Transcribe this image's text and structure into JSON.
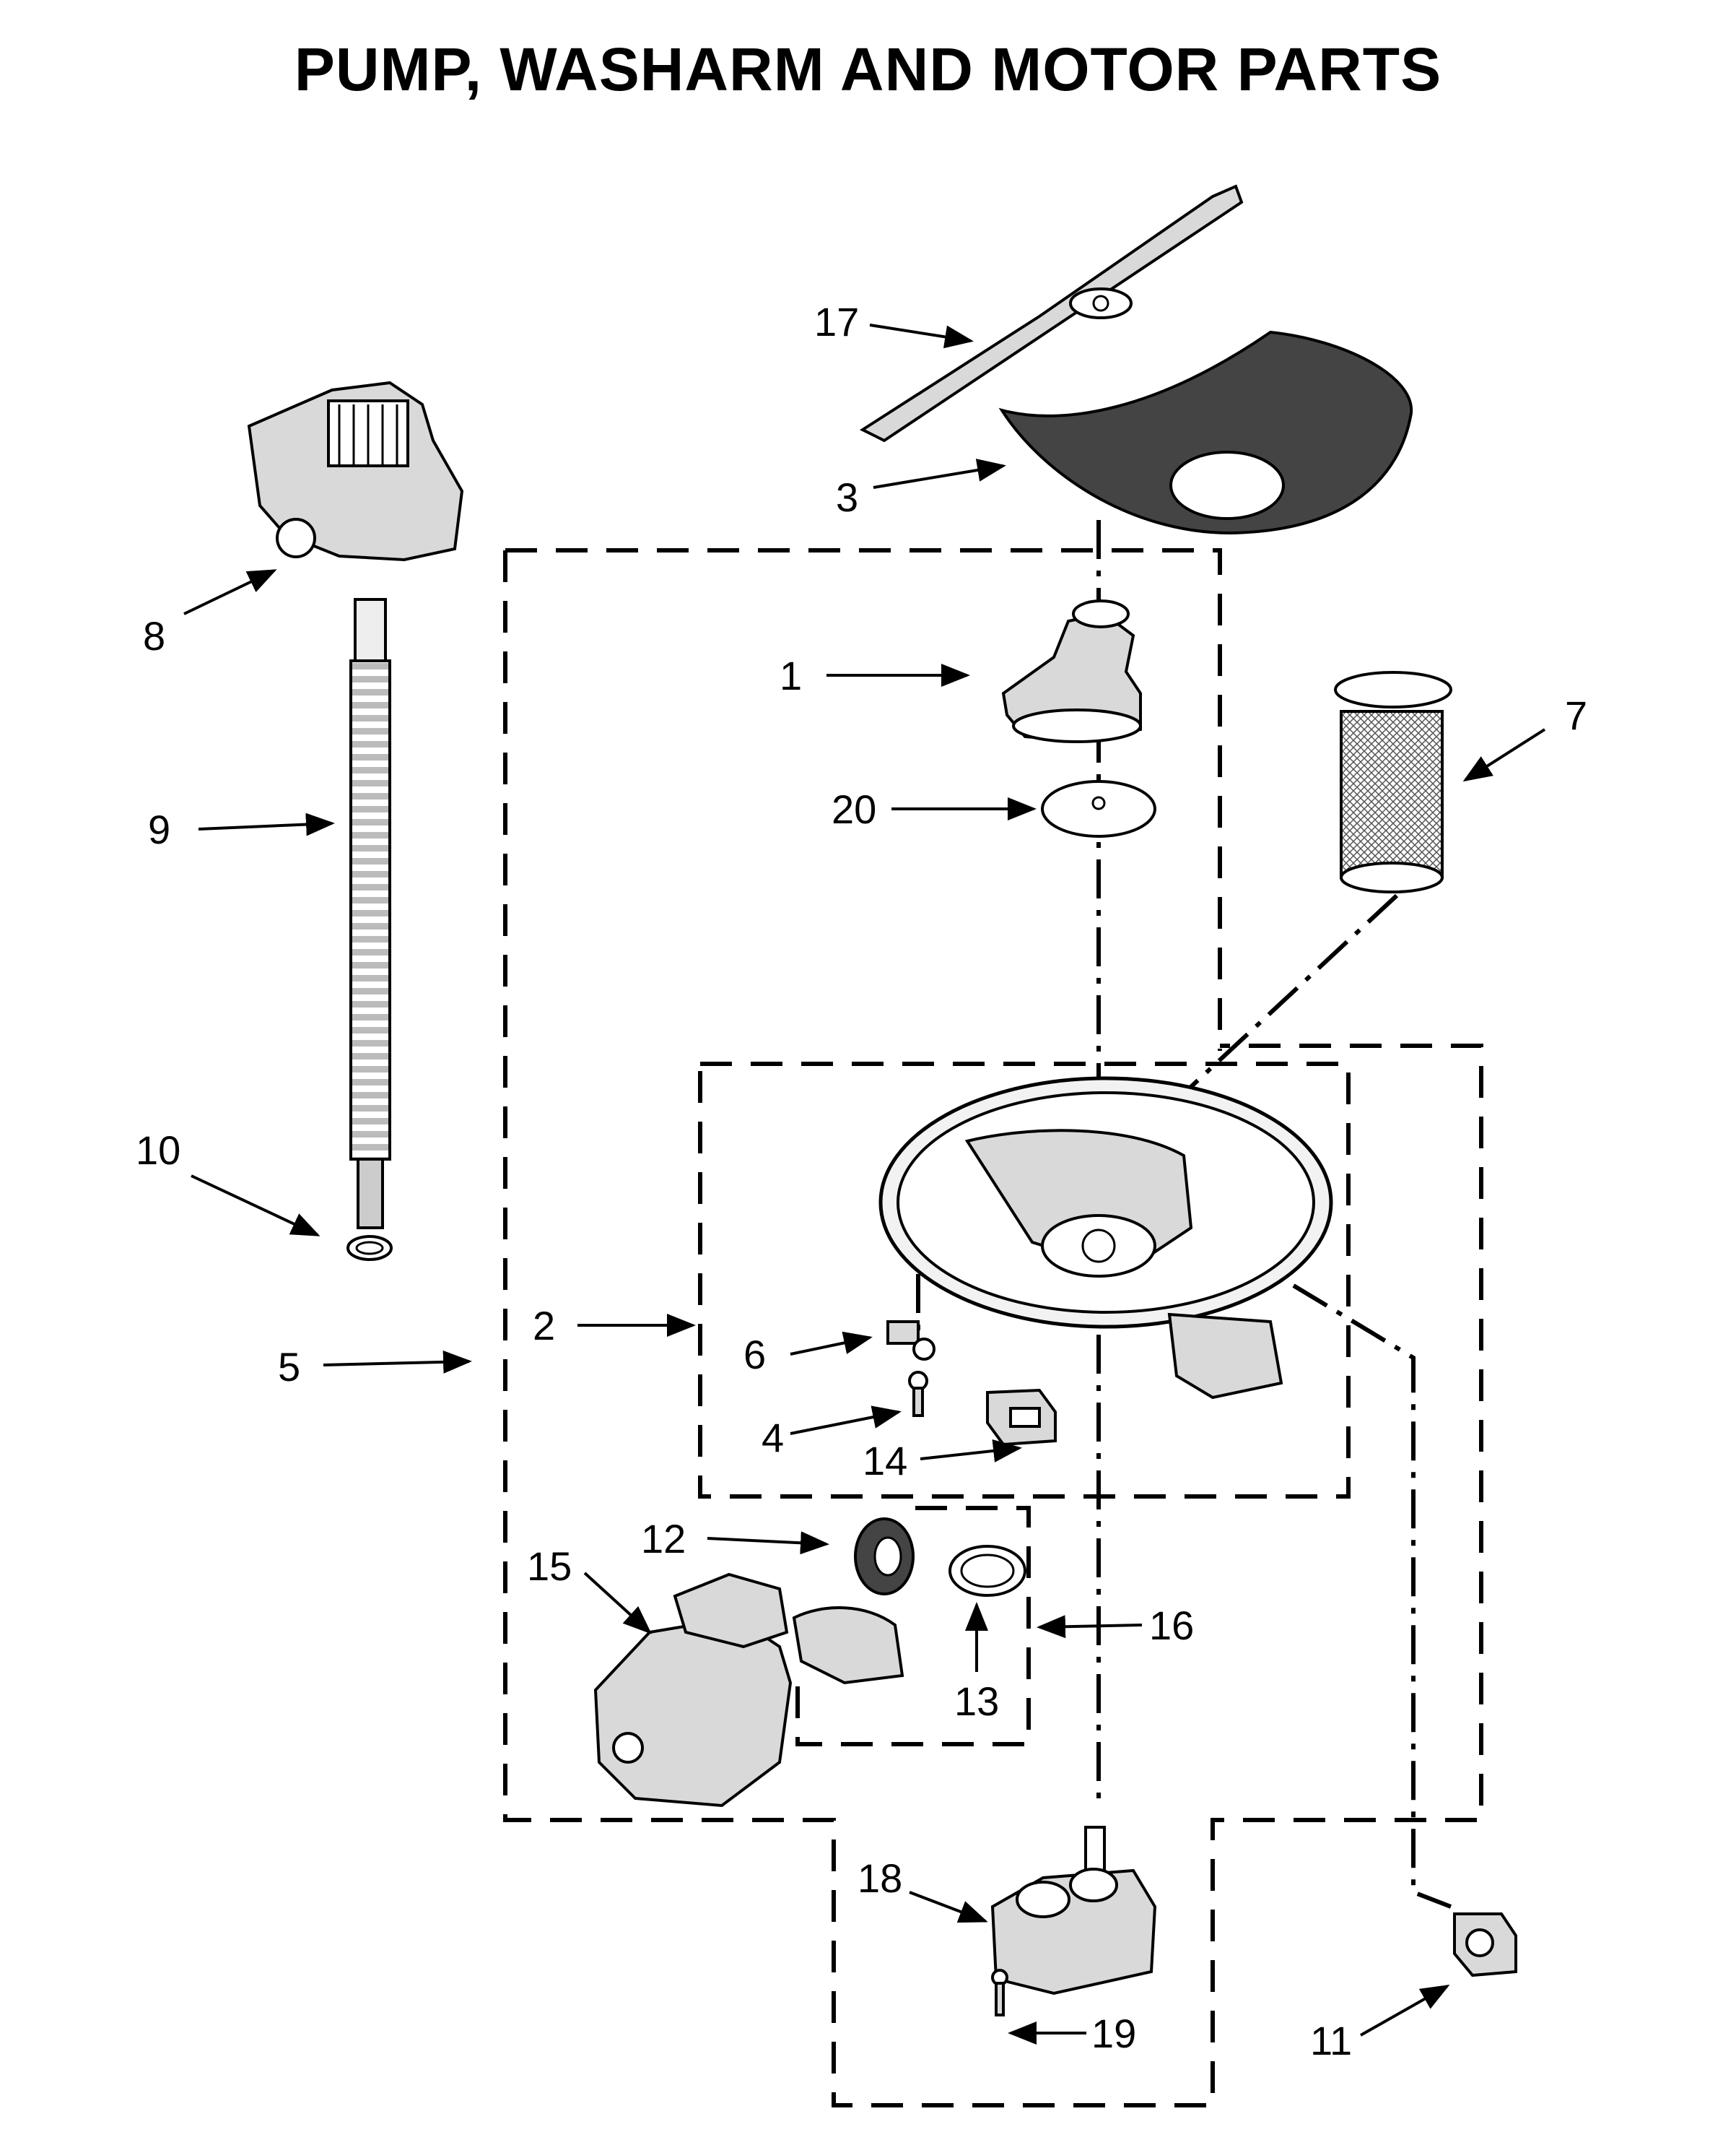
{
  "title": "PUMP, WASHARM AND MOTOR PARTS",
  "callouts": [
    {
      "id": "1",
      "text": "1"
    },
    {
      "id": "2",
      "text": "2"
    },
    {
      "id": "3",
      "text": "3"
    },
    {
      "id": "4",
      "text": "4"
    },
    {
      "id": "5",
      "text": "5"
    },
    {
      "id": "6",
      "text": "6"
    },
    {
      "id": "7",
      "text": "7"
    },
    {
      "id": "8",
      "text": "8"
    },
    {
      "id": "9",
      "text": "9"
    },
    {
      "id": "10",
      "text": "10"
    },
    {
      "id": "11",
      "text": "11"
    },
    {
      "id": "12",
      "text": "12"
    },
    {
      "id": "13",
      "text": "13"
    },
    {
      "id": "14",
      "text": "14"
    },
    {
      "id": "15",
      "text": "15"
    },
    {
      "id": "16",
      "text": "16"
    },
    {
      "id": "17",
      "text": "17"
    },
    {
      "id": "18",
      "text": "18"
    },
    {
      "id": "19",
      "text": "19"
    },
    {
      "id": "20",
      "text": "20"
    }
  ]
}
